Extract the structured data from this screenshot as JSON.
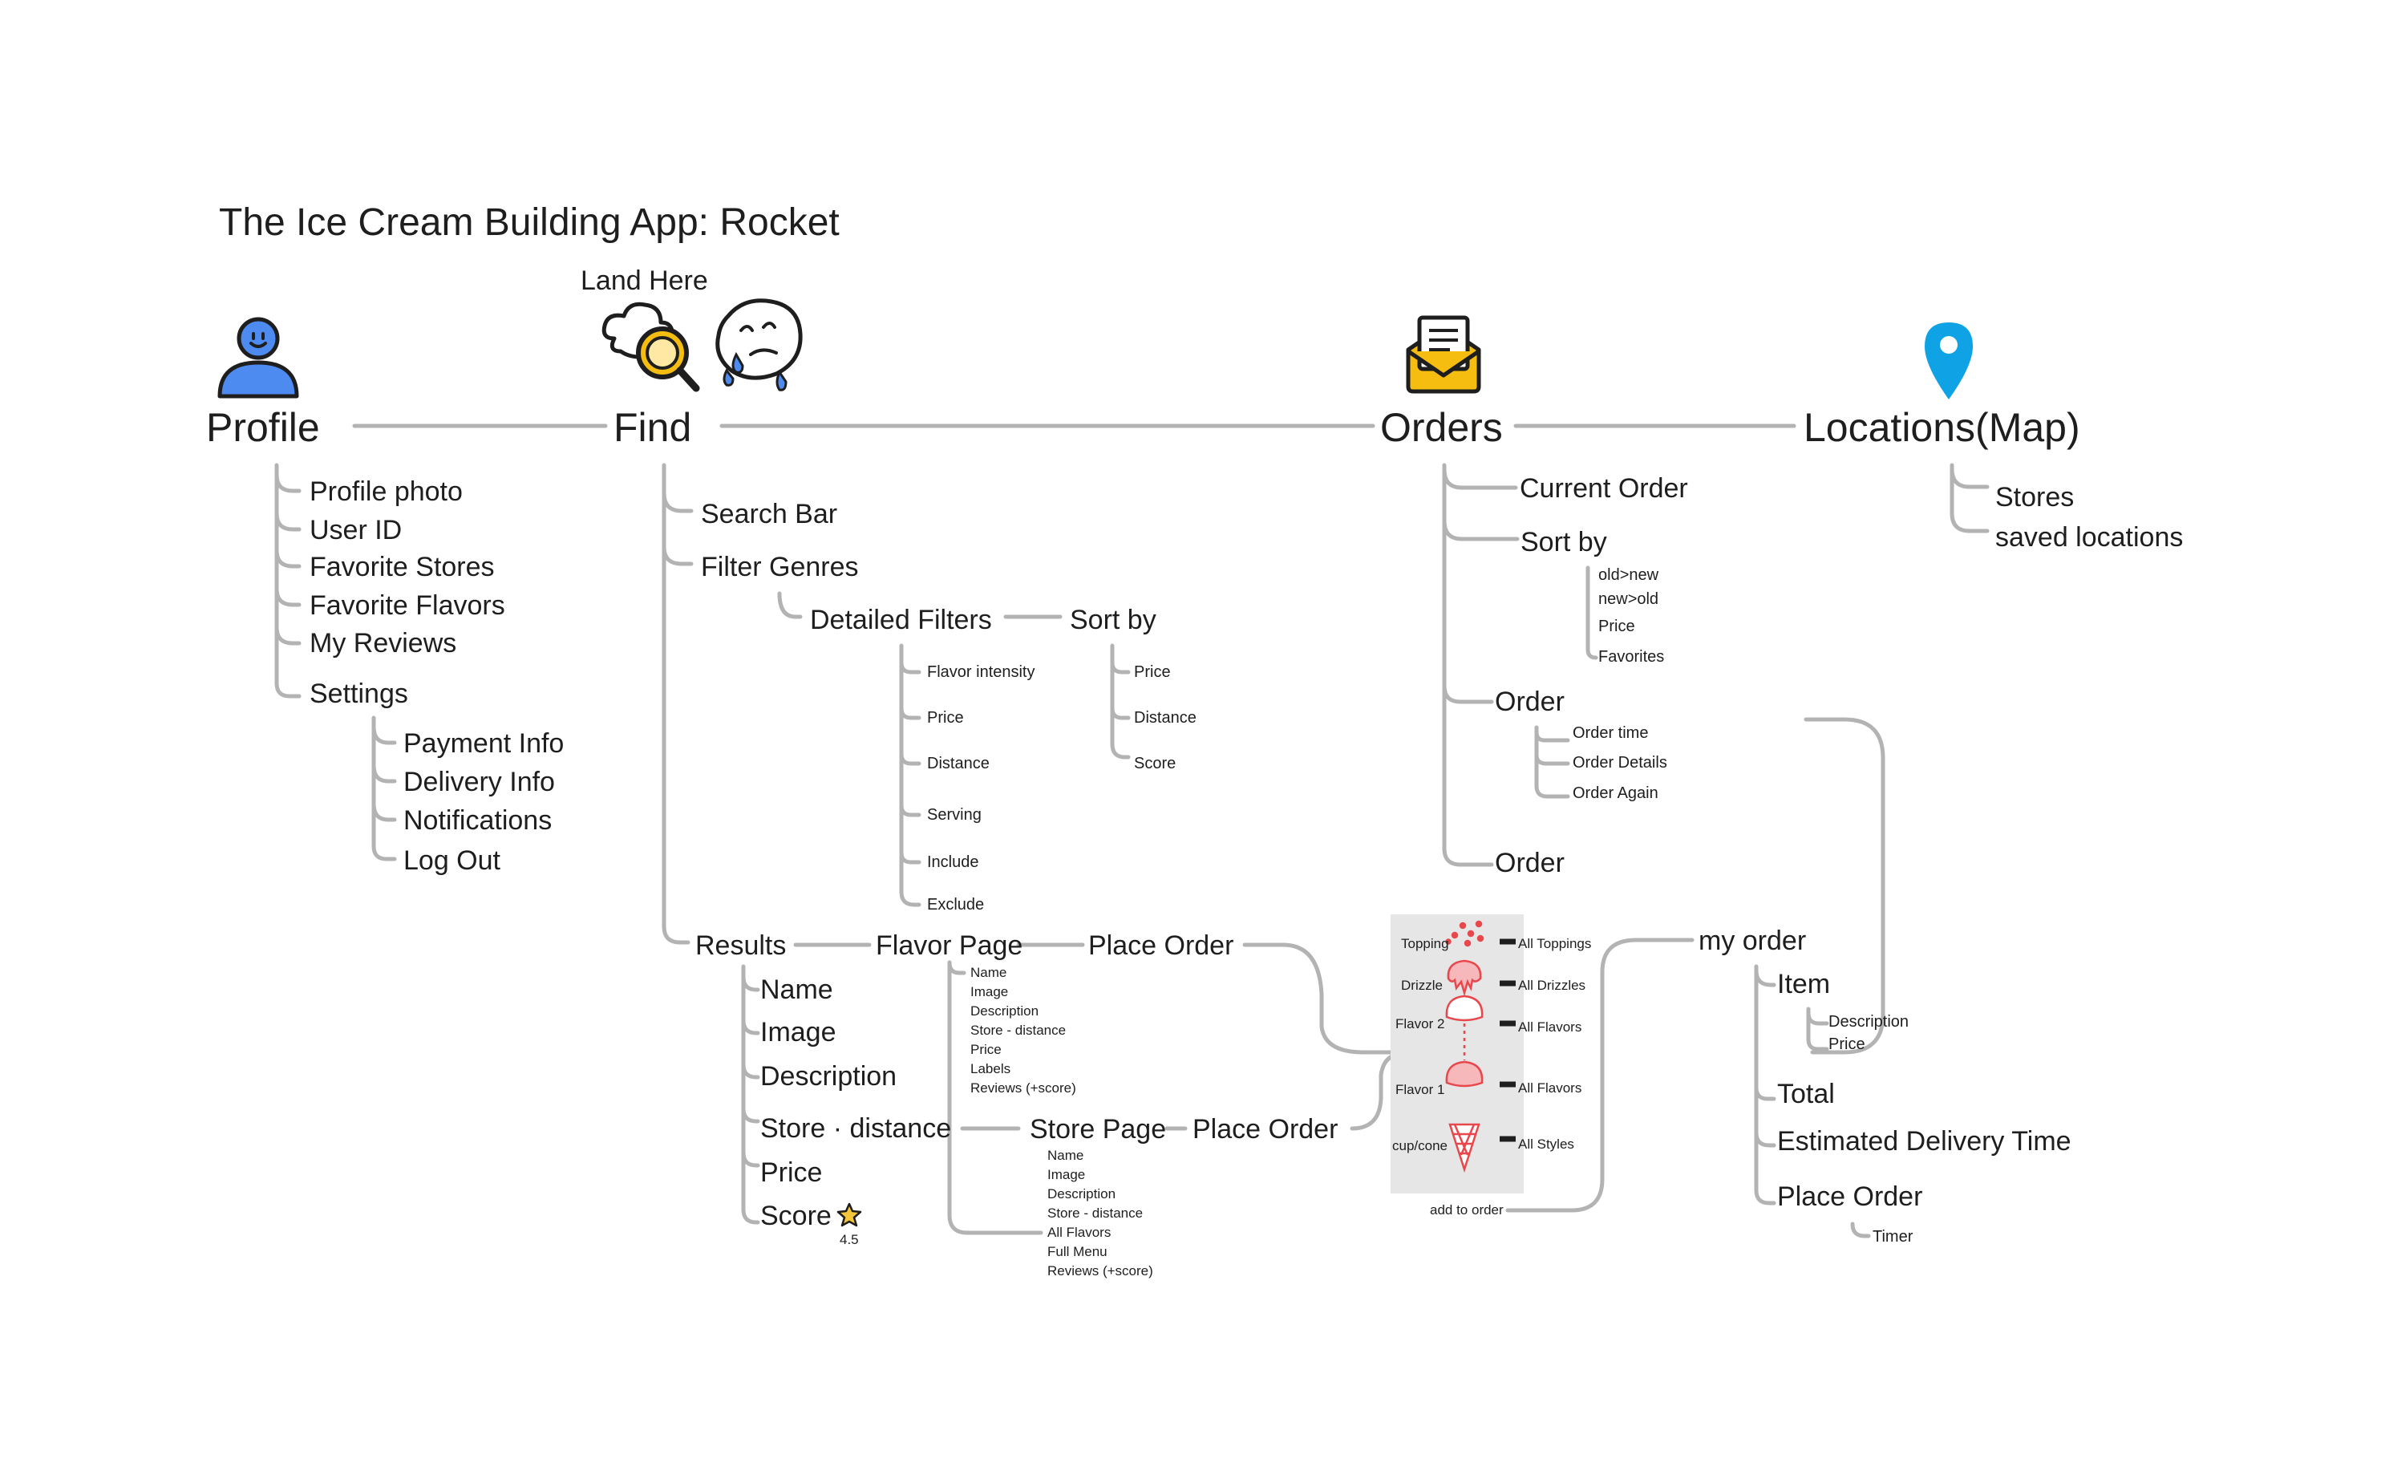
{
  "title": "The Ice Cream Building App: Rocket",
  "land_here": "Land Here",
  "profile": {
    "label": "Profile",
    "items": [
      "Profile photo",
      "User ID",
      "Favorite Stores",
      "Favorite Flavors",
      "My Reviews",
      "Settings"
    ],
    "settings": [
      "Payment Info",
      "Delivery Info",
      "Notifications",
      "Log Out"
    ]
  },
  "find": {
    "label": "Find",
    "search_bar": "Search Bar",
    "filter_genres": "Filter Genres",
    "detailed_filters": "Detailed Filters",
    "detailed_items": [
      "Flavor intensity",
      "Price",
      "Distance",
      "Serving",
      "Include",
      "Exclude"
    ],
    "sort_by": "Sort by",
    "sort_items": [
      "Price",
      "Distance",
      "Score"
    ],
    "results": "Results",
    "result_items": [
      "Name",
      "Image",
      "Description",
      "Store · distance",
      "Price",
      "Score"
    ],
    "score_value": "4.5",
    "flavor_page": "Flavor Page",
    "flavor_items": [
      "Name",
      "Image",
      "Description",
      "Store - distance",
      "Price",
      "Labels",
      "Reviews (+score)"
    ],
    "place_order": "Place Order",
    "store_page": "Store Page",
    "store_items": [
      "Name",
      "Image",
      "Description",
      "Store - distance",
      "All Flavors",
      "Full Menu",
      "Reviews (+score)"
    ],
    "place_order_2": "Place Order"
  },
  "builder": {
    "layers": [
      {
        "name": "Topping",
        "option": "All Toppings"
      },
      {
        "name": "Drizzle",
        "option": "All Drizzles"
      },
      {
        "name": "Flavor 2",
        "option": "All Flavors"
      },
      {
        "name": "Flavor 1",
        "option": "All Flavors"
      },
      {
        "name": "cup/cone",
        "option": "All Styles"
      }
    ],
    "add_to_order": "add to order",
    "accent": "#e8474c"
  },
  "orders": {
    "label": "Orders",
    "current_order": "Current Order",
    "sort_by": "Sort by",
    "sort_items": [
      "old>new",
      "new>old",
      "Price",
      "Favorites"
    ],
    "order": "Order",
    "order_items": [
      "Order time",
      "Order Details",
      "Order Again"
    ],
    "order_2": "Order"
  },
  "my_order": {
    "label": "my order",
    "item": "Item",
    "item_details": [
      "Description",
      "Price"
    ],
    "total": "Total",
    "estimated_delivery": "Estimated Delivery Time",
    "place_order": "Place Order",
    "timer": "Timer"
  },
  "locations": {
    "label": "Locations(Map)",
    "items": [
      "Stores",
      "saved locations"
    ]
  },
  "colors": {
    "connector": "#b3b3b3",
    "profile_icon": "#4d8bf0",
    "pin": "#0fa3e6",
    "mail": "#f5bd0f"
  },
  "icons": [
    "person-icon",
    "ice-cream-search-icon",
    "crying-ice-cream-icon",
    "mail-icon",
    "location-pin-icon",
    "star-icon"
  ]
}
